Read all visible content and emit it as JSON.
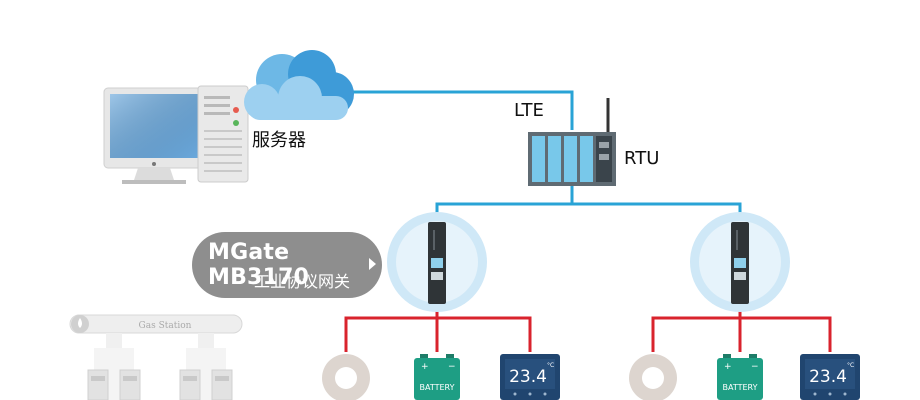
{
  "labels": {
    "server": "服务器",
    "lte": "LTE",
    "rtu": "RTU",
    "gateway_model": "MGate MB3170",
    "gateway_desc": "工业协议网关",
    "gas_station": "Gas Station"
  },
  "devices": {
    "left_group": {
      "battery_label": "BATTERY",
      "display_value": "23.4",
      "display_unit": "°C"
    },
    "right_group": {
      "battery_label": "BATTERY",
      "display_value": "23.4",
      "display_unit": "°C"
    }
  },
  "colors": {
    "network_line": "#29a3d6",
    "serial_line": "#d9232d",
    "cloud": "#4aa8dd",
    "cloud_light": "#9dd0f0",
    "gateway_halo": "#cfe8f7",
    "pill": "#8e8e8e",
    "battery": "#1e9e84",
    "display": "#20456f"
  }
}
